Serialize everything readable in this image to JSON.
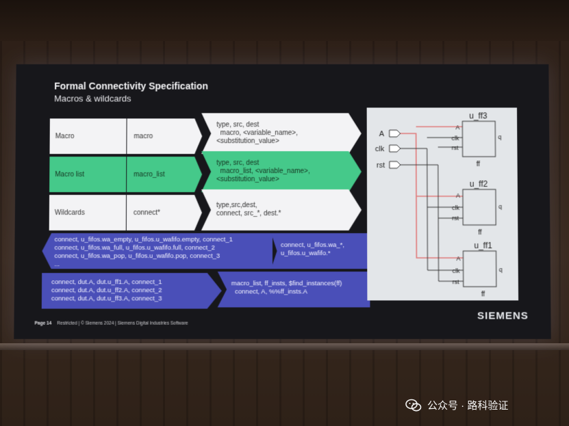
{
  "slide": {
    "title": "Formal Connectivity Specification",
    "subtitle": "Macros & wildcards",
    "rows": [
      {
        "label": "Macro",
        "keyword": "macro",
        "syntax": "type, src, dest\n  macro, <variable_name>,\n<substitution_value>"
      },
      {
        "label": "Macro list",
        "keyword": "macro_list",
        "syntax": "type, src, dest\n  macro_list, <variable_name>,\n<substitution_value>"
      },
      {
        "label": "Wildcards",
        "keyword": "connect*",
        "syntax": "type,src,dest,\nconnect, src_*, dest.*"
      }
    ],
    "examples": {
      "wildcard_left": "connect, u_fifos.wa_empty, u_fifos.u_wafifo.empty, connect_1\nconnect, u_fifos.wa_full, u_fifos.u_wafifo.full, connect_2\nconnect, u_fifos.wa_pop, u_fifos.u_wafifo.pop, connect_3\n...",
      "wildcard_right": "connect, u_fifos.wa_*,\nu_fifos.u_wafifo.*",
      "macro_left": "connect, dut.A, dut.u_ff1.A, connect_1\nconnect, dut.A, dut.u_ff2.A, connect_2\nconnect, dut.A, dut.u_ff3.A, connect_3",
      "macro_right": "macro_list, ff_insts, $find_instances(ff)\n  connect, A, %%ff_insts.A"
    },
    "diagram": {
      "inputs": [
        "A",
        "clk",
        "rst"
      ],
      "flops": [
        {
          "name": "u_ff3",
          "type": "ff",
          "pins": [
            "A",
            "clk",
            "rst"
          ],
          "out": "q"
        },
        {
          "name": "u_ff2",
          "type": "ff",
          "pins": [
            "A",
            "clk",
            "rst"
          ],
          "out": "q"
        },
        {
          "name": "u_ff1",
          "type": "ff",
          "pins": [
            "A",
            "clk",
            "rst"
          ],
          "out": "q"
        }
      ],
      "highlight_color": "#e07a7a"
    },
    "footer": {
      "page": "Page 14",
      "text": "Restricted | © Siemens 2024 | Siemens Digital Industries Software"
    },
    "logo": "SIEMENS"
  },
  "watermark": {
    "text": "公众号 · 路科验证"
  }
}
